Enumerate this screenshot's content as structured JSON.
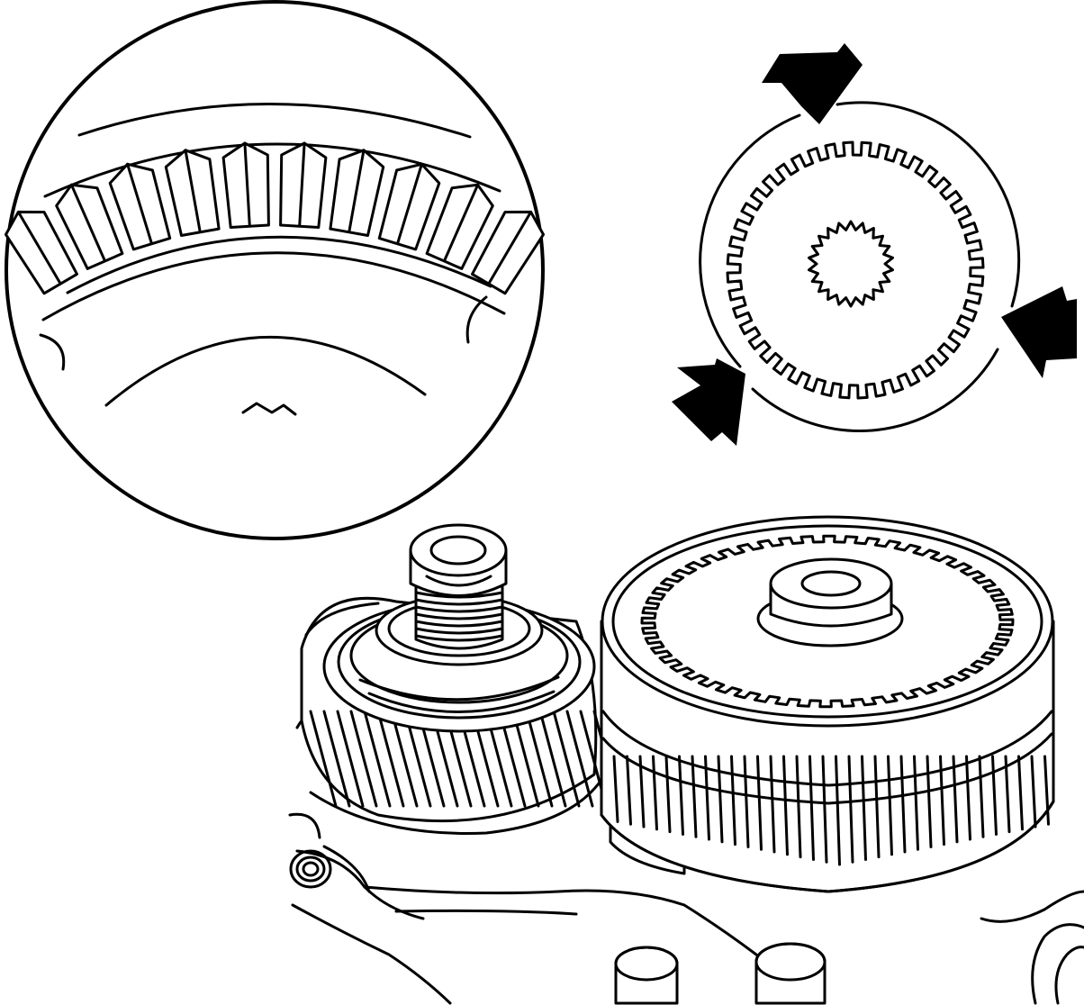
{
  "figure": {
    "kind": "technical line illustration",
    "colors": {
      "ink": "#000000",
      "paper": "#ffffff"
    },
    "detail_views": [
      {
        "name": "magnified-gear-teeth-view"
      },
      {
        "name": "toothed-ring-inspection-view",
        "arrow_count": 3
      }
    ],
    "main_assembly": [
      {
        "name": "helical-gear-with-threaded-shaft"
      },
      {
        "name": "clutch-drum-gear-assembly"
      },
      {
        "name": "transmission-case"
      }
    ]
  }
}
